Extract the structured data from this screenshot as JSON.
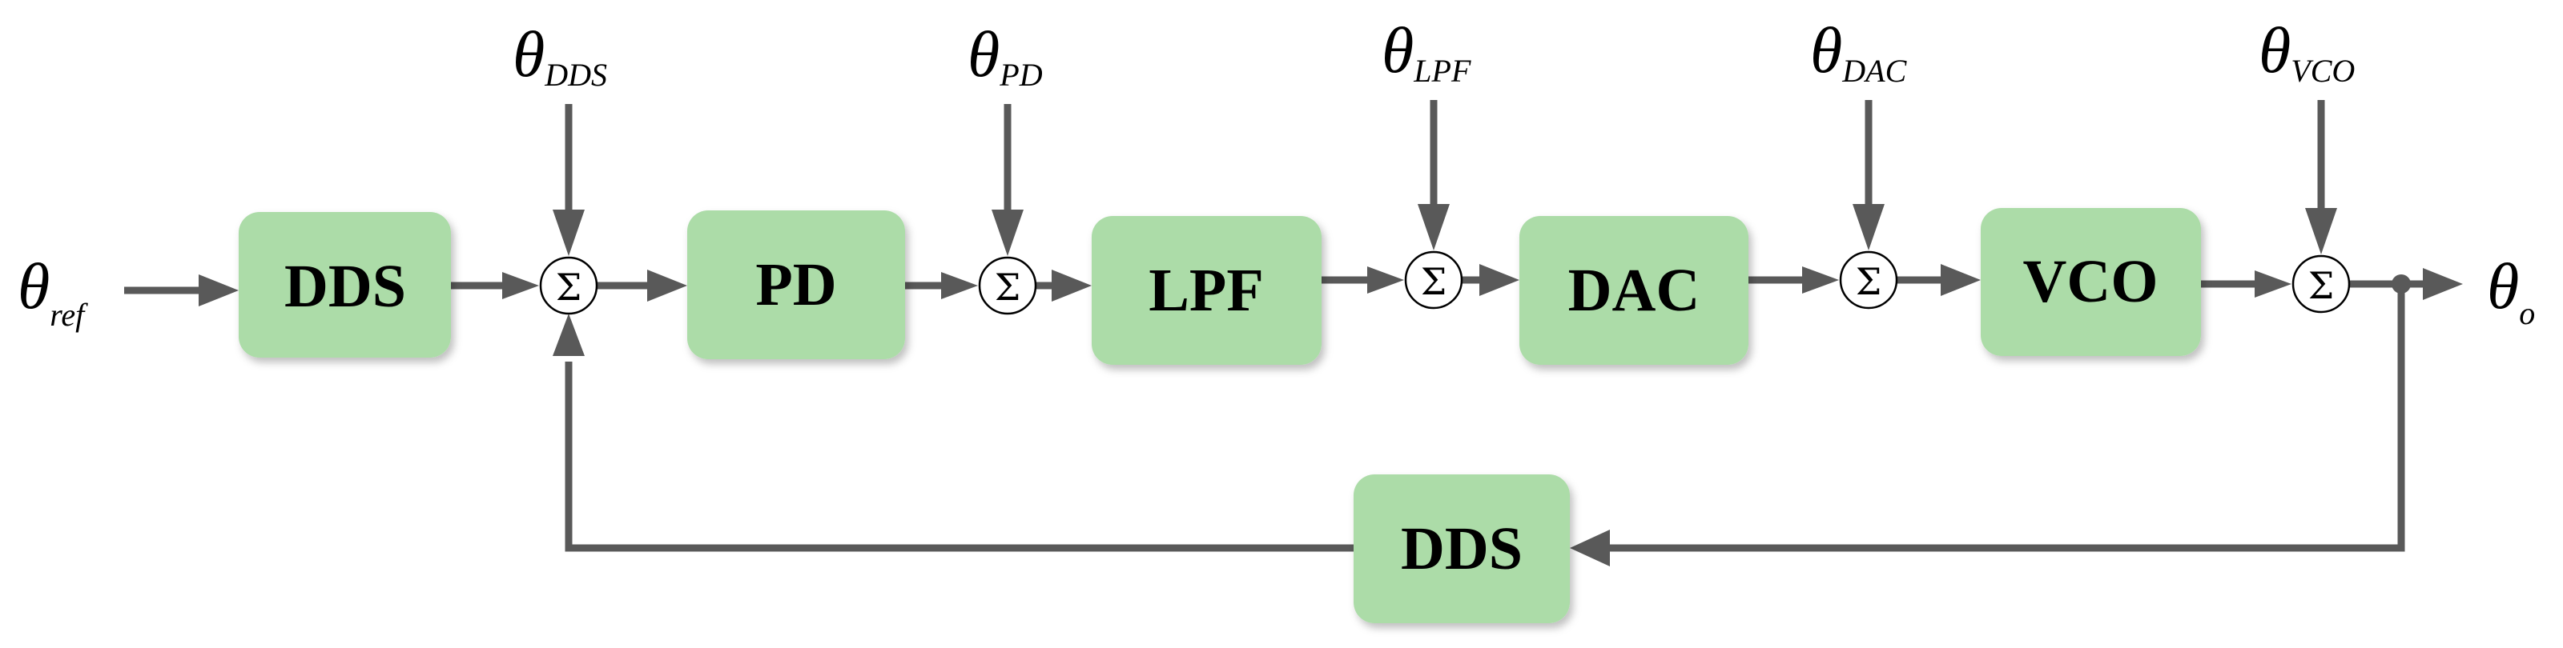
{
  "blocks": {
    "dds_forward": "DDS",
    "pd": "PD",
    "lpf": "LPF",
    "dac": "DAC",
    "vco": "VCO",
    "dds_feedback": "DDS"
  },
  "sum_symbol": "Σ",
  "signals": {
    "input": {
      "symbol": "θ",
      "subscript": "ref"
    },
    "output": {
      "symbol": "θ",
      "subscript": "o"
    },
    "noise_dds": {
      "symbol": "θ",
      "subscript": "DDS"
    },
    "noise_pd": {
      "symbol": "θ",
      "subscript": "PD"
    },
    "noise_lpf": {
      "symbol": "θ",
      "subscript": "LPF"
    },
    "noise_dac": {
      "symbol": "θ",
      "subscript": "DAC"
    },
    "noise_vco": {
      "symbol": "θ",
      "subscript": "VCO"
    }
  }
}
